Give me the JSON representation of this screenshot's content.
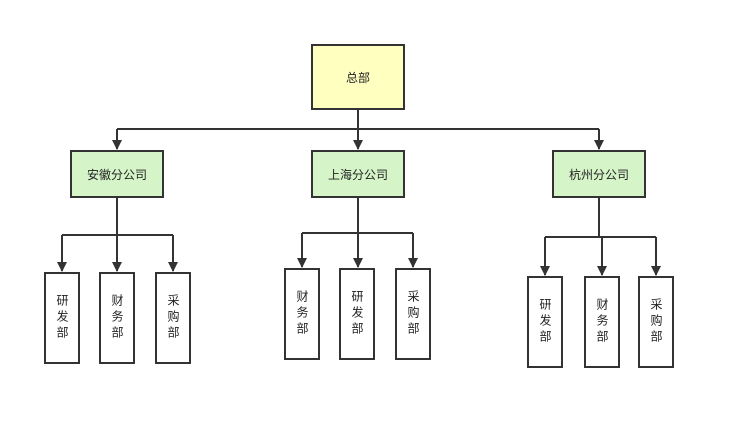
{
  "root": {
    "label": "总部"
  },
  "branches": [
    {
      "label": "安徽分公司",
      "departments": [
        "研发部",
        "财务部",
        "采购部"
      ]
    },
    {
      "label": "上海分公司",
      "departments": [
        "财务部",
        "研发部",
        "采购部"
      ]
    },
    {
      "label": "杭州分公司",
      "departments": [
        "研发部",
        "财务部",
        "采购部"
      ]
    }
  ],
  "colors": {
    "root_fill": "#ffffc0",
    "branch_fill": "#d5f5c9",
    "department_fill": "#ffffff",
    "line": "#333333"
  }
}
